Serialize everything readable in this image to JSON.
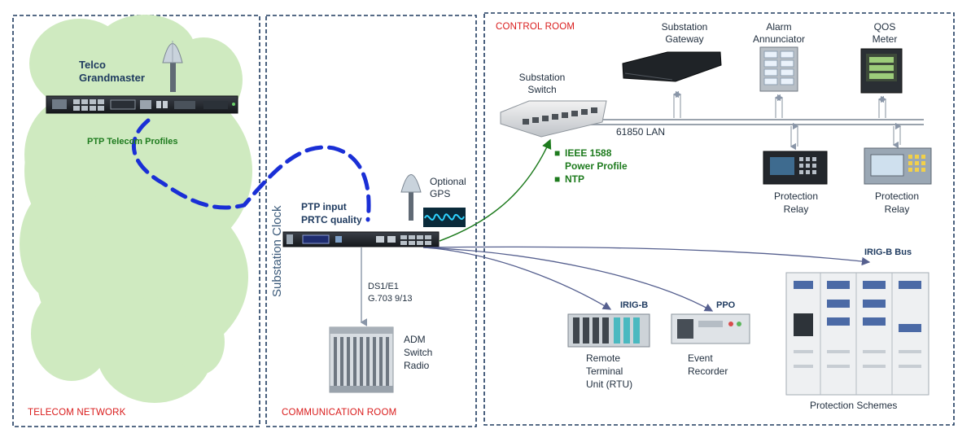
{
  "rooms": {
    "telecom": "TELECOM NETWORK",
    "communication": "COMMUNICATION ROOM",
    "control": "CONTROL ROOM"
  },
  "telecom": {
    "grandmaster_line1": "Telco",
    "grandmaster_line2": "Grandmaster",
    "profiles": "PTP Telecom Profiles"
  },
  "comm": {
    "clock_label": "Substation Clock",
    "ptp_line1": "PTP input",
    "ptp_line2": "PRTC quality",
    "gps_line1": "Optional",
    "gps_line2": "GPS",
    "ds1_line1": "DS1/E1",
    "ds1_line2": "G.703 9/13",
    "adm_line1": "ADM",
    "adm_line2": "Switch",
    "adm_line3": "Radio"
  },
  "control": {
    "switch_line1": "Substation",
    "switch_line2": "Switch",
    "lan": "61850 LAN",
    "gateway_line1": "Substation",
    "gateway_line2": "Gateway",
    "alarm_line1": "Alarm",
    "alarm_line2": "Annunciator",
    "qos_line1": "QOS",
    "qos_line2": "Meter",
    "relay1_line1": "Protection",
    "relay1_line2": "Relay",
    "relay2_line1": "Protection",
    "relay2_line2": "Relay",
    "ieee_line1": "IEEE 1588",
    "ieee_line2": "Power Profile",
    "ntp": "NTP",
    "irigb_bus": "IRIG-B Bus",
    "irigb": "IRIG-B",
    "ppo": "PPO",
    "rtu_line1": "Remote",
    "rtu_line2": "Terminal",
    "rtu_line3": "Unit (RTU)",
    "event_line1": "Event",
    "event_line2": "Recorder",
    "schemes": "Protection Schemes"
  },
  "colors": {
    "room_border": "#1e3a5f",
    "room_label": "#d91b1b",
    "cloud": "#cfeac0",
    "ptp_dash": "#1a2fd6",
    "green_link": "#1e7b1e",
    "irig_link": "#5a6a9a"
  }
}
